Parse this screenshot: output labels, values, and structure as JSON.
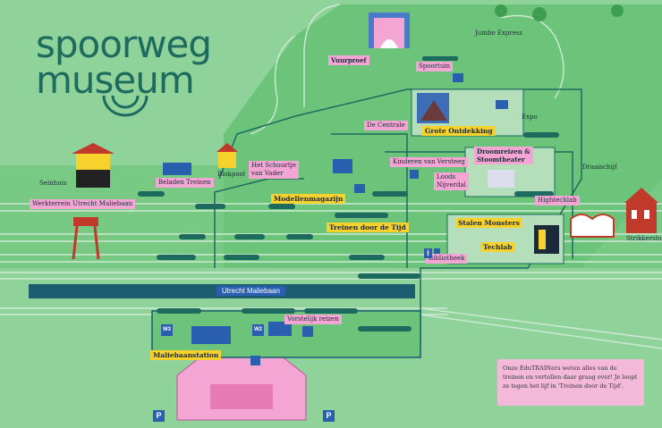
{
  "logo": {
    "line1": "spoorweg",
    "line2": "museum"
  },
  "labels": {
    "jumbo_express": "Jumbo Express",
    "vuurproef": "Vuurproef",
    "spoortuin": "Spoortuin",
    "de_centrale": "De Centrale",
    "grote_ontdekking": "Grote Ontdekking",
    "expo": "Expo",
    "kinderen_van_versteeg": "Kinderen van Versteeg",
    "droomreizen": "Droomreizen &\nStoomtheater",
    "loods_nijverdal": "Loods\nNijverdal",
    "draaischijf": "Draaischijf",
    "seinhuis": "Seinhuis",
    "beladen_treinen": "Beladen Treinen",
    "blokpost": "Blokpost",
    "het_schuurtje": "Het Schuurtje\nvan Vader",
    "modellenmagazijn": "Modellenmagazijn",
    "hightechlab": "Hightechlab",
    "werkterrein": "Werkterrein Utrecht Maliebaan",
    "treinen_door_de_tijd": "Treinen door de Tijd",
    "staalen_monsters": "Stalen Monsters",
    "techlab": "Techlab",
    "bibliotheek": "Bibliotheek",
    "strikkershuis": "Strikkershuis",
    "vorstelijk_reizen": "Vorstelijk reizen",
    "maliebaanstation": "Maliebaanstation"
  },
  "station_name": "Utrecht Maliebaan",
  "info_text": "Onze EduTRAINers weten alles van de treinen en vertellen daar graag over! Je loopt ze tegen het lijf in 'Treinen door de Tijd'.",
  "parking": [
    "P",
    "P"
  ],
  "facility_badges": {
    "w3": "W3",
    "w2": "W2",
    "info": "i"
  },
  "colors": {
    "ground": "#8fd39a",
    "path": "#5dbb6a",
    "track": "#cfe9d4",
    "station": "#1c5d70",
    "label_pink": "#f3a6d3",
    "label_yellow": "#f7d22c",
    "logo": "#1d6b5e"
  }
}
